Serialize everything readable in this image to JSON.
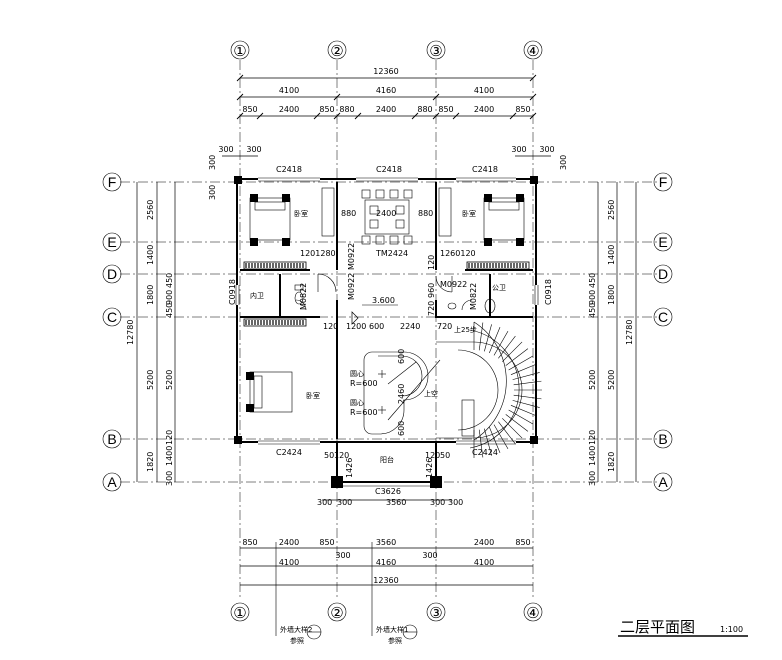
{
  "axes": {
    "vertical": [
      "①",
      "②",
      "③",
      "④"
    ],
    "horizontal": [
      "F",
      "E",
      "D",
      "C",
      "B",
      "A"
    ]
  },
  "dims": {
    "total": "12360",
    "bays": [
      "4100",
      "4160",
      "4100"
    ],
    "top_windows": [
      "850",
      "2400",
      "850",
      "880",
      "2400",
      "880",
      "850",
      "2400",
      "850"
    ],
    "bottom_windows": [
      "850",
      "2400",
      "850",
      "3560",
      "2400",
      "850"
    ],
    "bottom_300": "300",
    "left_total": "12780",
    "left_spans": [
      "2560",
      "1400",
      "1800",
      "5200",
      "1820"
    ],
    "left_sub": [
      "450",
      "900",
      "450"
    ],
    "left_b": [
      "120",
      "1400",
      "300"
    ],
    "pillar_300": "300",
    "balcony_width": "3560",
    "balcony_50": "50",
    "balcony_120": "120",
    "stair_2460": "2460",
    "stair_600": "600",
    "hall_3600": "3.600",
    "d_row": [
      "120",
      "1200",
      "600",
      "2240",
      "720",
      "720",
      "120"
    ],
    "dining_880": "880",
    "dining_2400": "2400",
    "e_row_left": "1201280",
    "e_row_right": "1260120",
    "m960": "960",
    "m120": "120",
    "m720": "720",
    "m1426": "1426"
  },
  "labels": {
    "windows": {
      "c2418": "C2418",
      "c2424": "C2424",
      "c3626": "C3626",
      "c0918": "C0918"
    },
    "doors": {
      "tm2424": "TM2424",
      "m0922": "M0922",
      "m0822": "M0822"
    },
    "rooms": {
      "bedroom": "卧室",
      "inner_bath": "内卫",
      "public_bath": "公卫",
      "void": "上空",
      "balcony": "阳台"
    },
    "arc_notes": {
      "center": "圆心",
      "radius": "R=600"
    },
    "stairs_up": "上25步",
    "detail_left": "外墙大样2",
    "detail_right": "外墙大样1",
    "detail_sub": "参照"
  },
  "title": {
    "text": "二层平面图",
    "scale": "1:100"
  }
}
